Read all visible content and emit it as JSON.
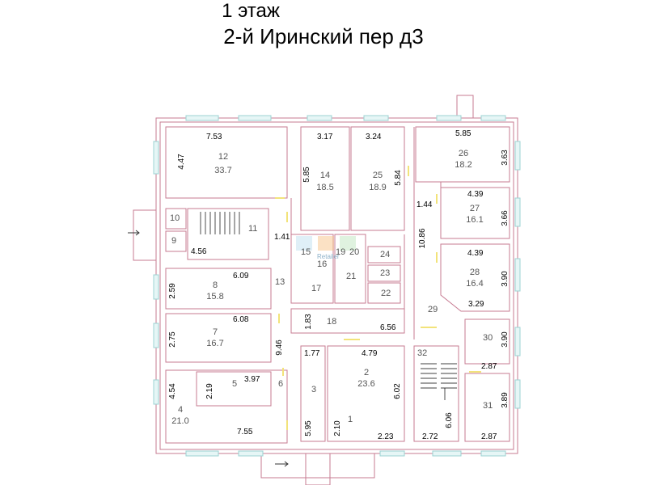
{
  "title": {
    "floor": "1 этаж",
    "address": "2-й Иринский пер д3"
  },
  "watermark": {
    "text": "Retailer"
  },
  "rooms": [
    {
      "id": "r12",
      "num": "12",
      "area": "33.7"
    },
    {
      "id": "r14",
      "num": "14",
      "area": "18.5"
    },
    {
      "id": "r25",
      "num": "25",
      "area": "18.9"
    },
    {
      "id": "r26",
      "num": "26",
      "area": "18.2"
    },
    {
      "id": "r27",
      "num": "27",
      "area": "16.1"
    },
    {
      "id": "r28",
      "num": "28",
      "area": "16.4"
    },
    {
      "id": "r8",
      "num": "8",
      "area": "15.8"
    },
    {
      "id": "r7",
      "num": "7",
      "area": "16.7"
    },
    {
      "id": "r2",
      "num": "2",
      "area": "23.6"
    },
    {
      "id": "r4",
      "num": "4",
      "area": "21.0"
    }
  ],
  "labels": {
    "n10": "10",
    "n9": "9",
    "n11": "11",
    "n13": "13",
    "n15": "15",
    "n16": "16",
    "n19": "19",
    "n20": "20",
    "n24": "24",
    "n23": "23",
    "n21": "21",
    "n22": "22",
    "n17": "17",
    "n18": "18",
    "n29": "29",
    "n30": "30",
    "n31": "31",
    "n32": "32",
    "n3": "3",
    "n5": "5",
    "n6": "6",
    "n1": "1"
  },
  "dims": {
    "d753": "7.53",
    "d447": "4.47",
    "d317": "3.17",
    "d324": "3.24",
    "d585a": "5.85",
    "d584": "5.84",
    "d585b": "5.85",
    "d363": "3.63",
    "d439a": "4.39",
    "d366": "3.66",
    "d144": "1.44",
    "d141": "1.41",
    "d456": "4.56",
    "d1086": "10.86",
    "d439b": "4.39",
    "d390a": "3.90",
    "d329": "3.29",
    "d609": "6.09",
    "d259": "2.59",
    "d608": "6.08",
    "d183": "1.83",
    "d656": "6.56",
    "d275": "2.75",
    "d946": "9.46",
    "d177": "1.77",
    "d479": "4.79",
    "d390b": "3.90",
    "d287a": "2.87",
    "d454": "4.54",
    "d219": "2.19",
    "d397": "3.97",
    "d602": "6.02",
    "d606": "6.06",
    "d389": "3.89",
    "d755": "7.55",
    "d595": "5.95",
    "d210": "2.10",
    "d223": "2.23",
    "d272": "2.72",
    "d287b": "2.87"
  }
}
